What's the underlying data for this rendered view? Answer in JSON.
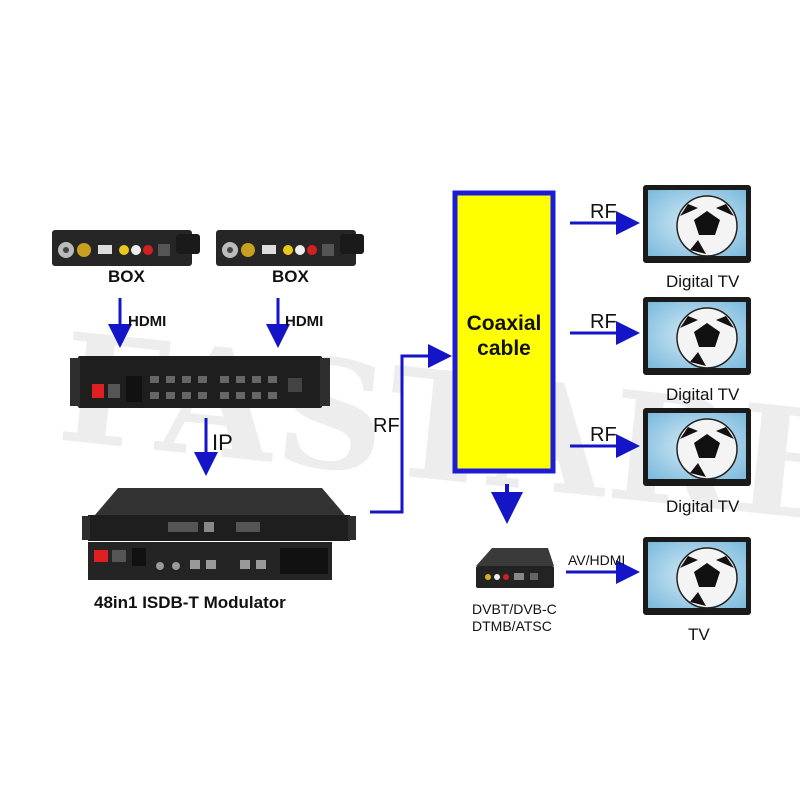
{
  "watermark": "FASTARBO",
  "sources": [
    {
      "label": "BOX",
      "link": "HDMI"
    },
    {
      "label": "BOX",
      "link": "HDMI"
    }
  ],
  "encoder_link": "IP",
  "modulator_label": "48in1 ISDB-T Modulator",
  "modulator_link": "RF",
  "coaxial": {
    "line1": "Coaxial",
    "line2": "cable"
  },
  "outputs": [
    {
      "link": "RF",
      "label": "Digital TV"
    },
    {
      "link": "RF",
      "label": "Digital TV"
    },
    {
      "link": "RF",
      "label": "Digital TV"
    }
  ],
  "stb": {
    "line1": "DVBT/DVB-C",
    "line2": "DTMB/ATSC",
    "link": "AV/HDMI",
    "tv_label": "TV"
  },
  "colors": {
    "arrow": "#1515c8",
    "coax_fill": "#ffff00",
    "coax_border": "#1c1cd8",
    "device": "#1e1e1e"
  }
}
